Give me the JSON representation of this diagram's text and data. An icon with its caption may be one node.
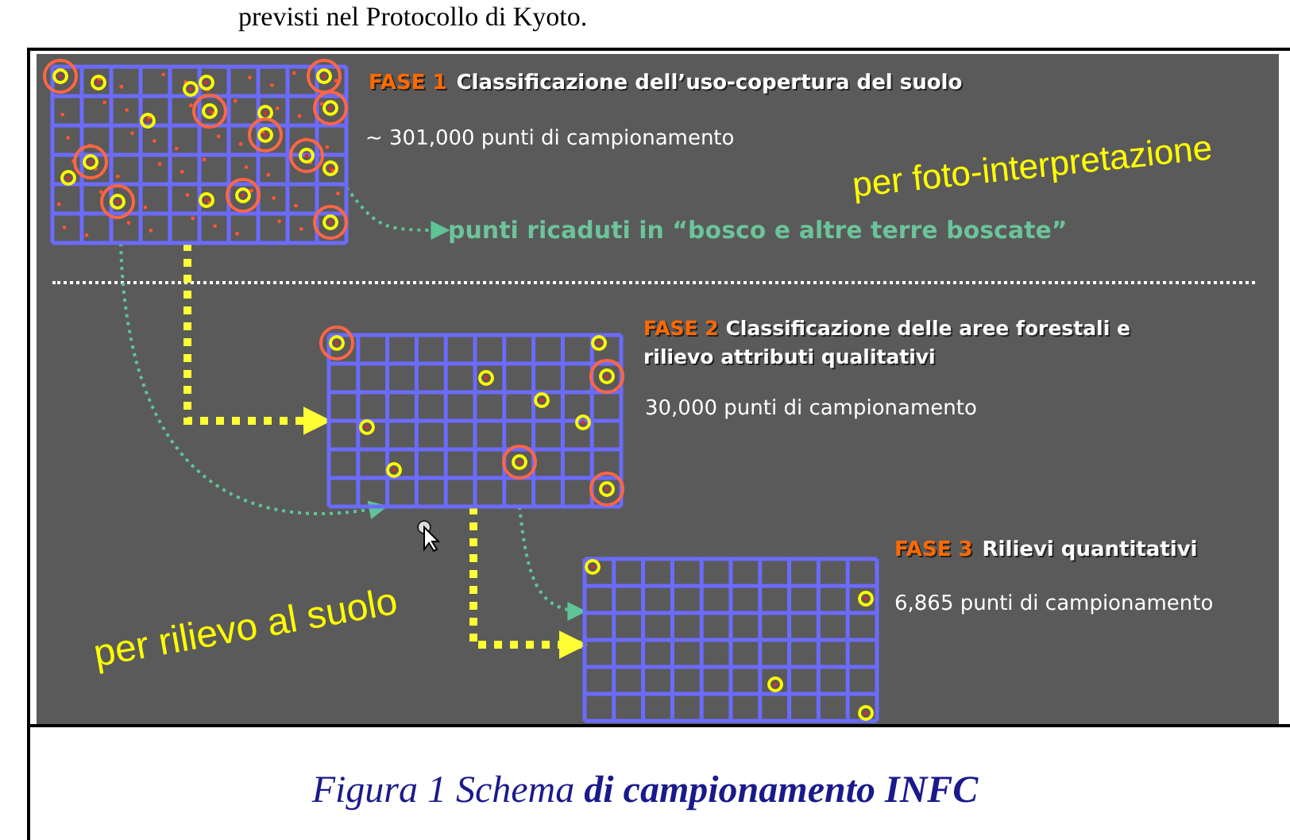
{
  "diagram": {
    "caption": "Figura 1 Schema **di campionamento INFC**",
    "nodes": [
      {
        "text": [],
        "shape": "picture"
      },
      {
        "text": [
          "punti ricaduti in “bosco e altre terre boscate”"
        ]
      },
      {
        "text": [],
        "shape": "picture"
      },
      {
        "text": [],
        "shape": "picture"
      }
    ],
    "edges": [
      {
        "from": 0,
        "to": 2,
        "arrow": "to",
        "style": "dashed",
        "color": "#ffff33"
      },
      {
        "from": 0,
        "to": 2,
        "arrow": "to",
        "style": "dashed"
      },
      {
        "from": 0,
        "to": 1,
        "arrow": "to",
        "style": "dashed"
      },
      {
        "from": 2,
        "to": 3,
        "arrow": "to",
        "style": "dashed",
        "color": "#ffff33"
      },
      {
        "from": 2,
        "to": 3,
        "arrow": "to",
        "style": "dashed"
      }
    ],
    "labels": [
      "previsti nel Protocollo di Kyoto.",
      "FASE 1",
      "Classificazione dell’uso-copertura del suolo",
      "∼ 301,000 punti di campionamento",
      "per foto-interpretazione",
      "FASE 2",
      "Classificazione delle aree forestali e rilievo attributi qualitativi",
      "30,000 punti di campionamento",
      "FASE 3",
      "Rilievi quantitativi",
      "6,865 punti di campionamento",
      "per rilievo al suolo"
    ]
  }
}
